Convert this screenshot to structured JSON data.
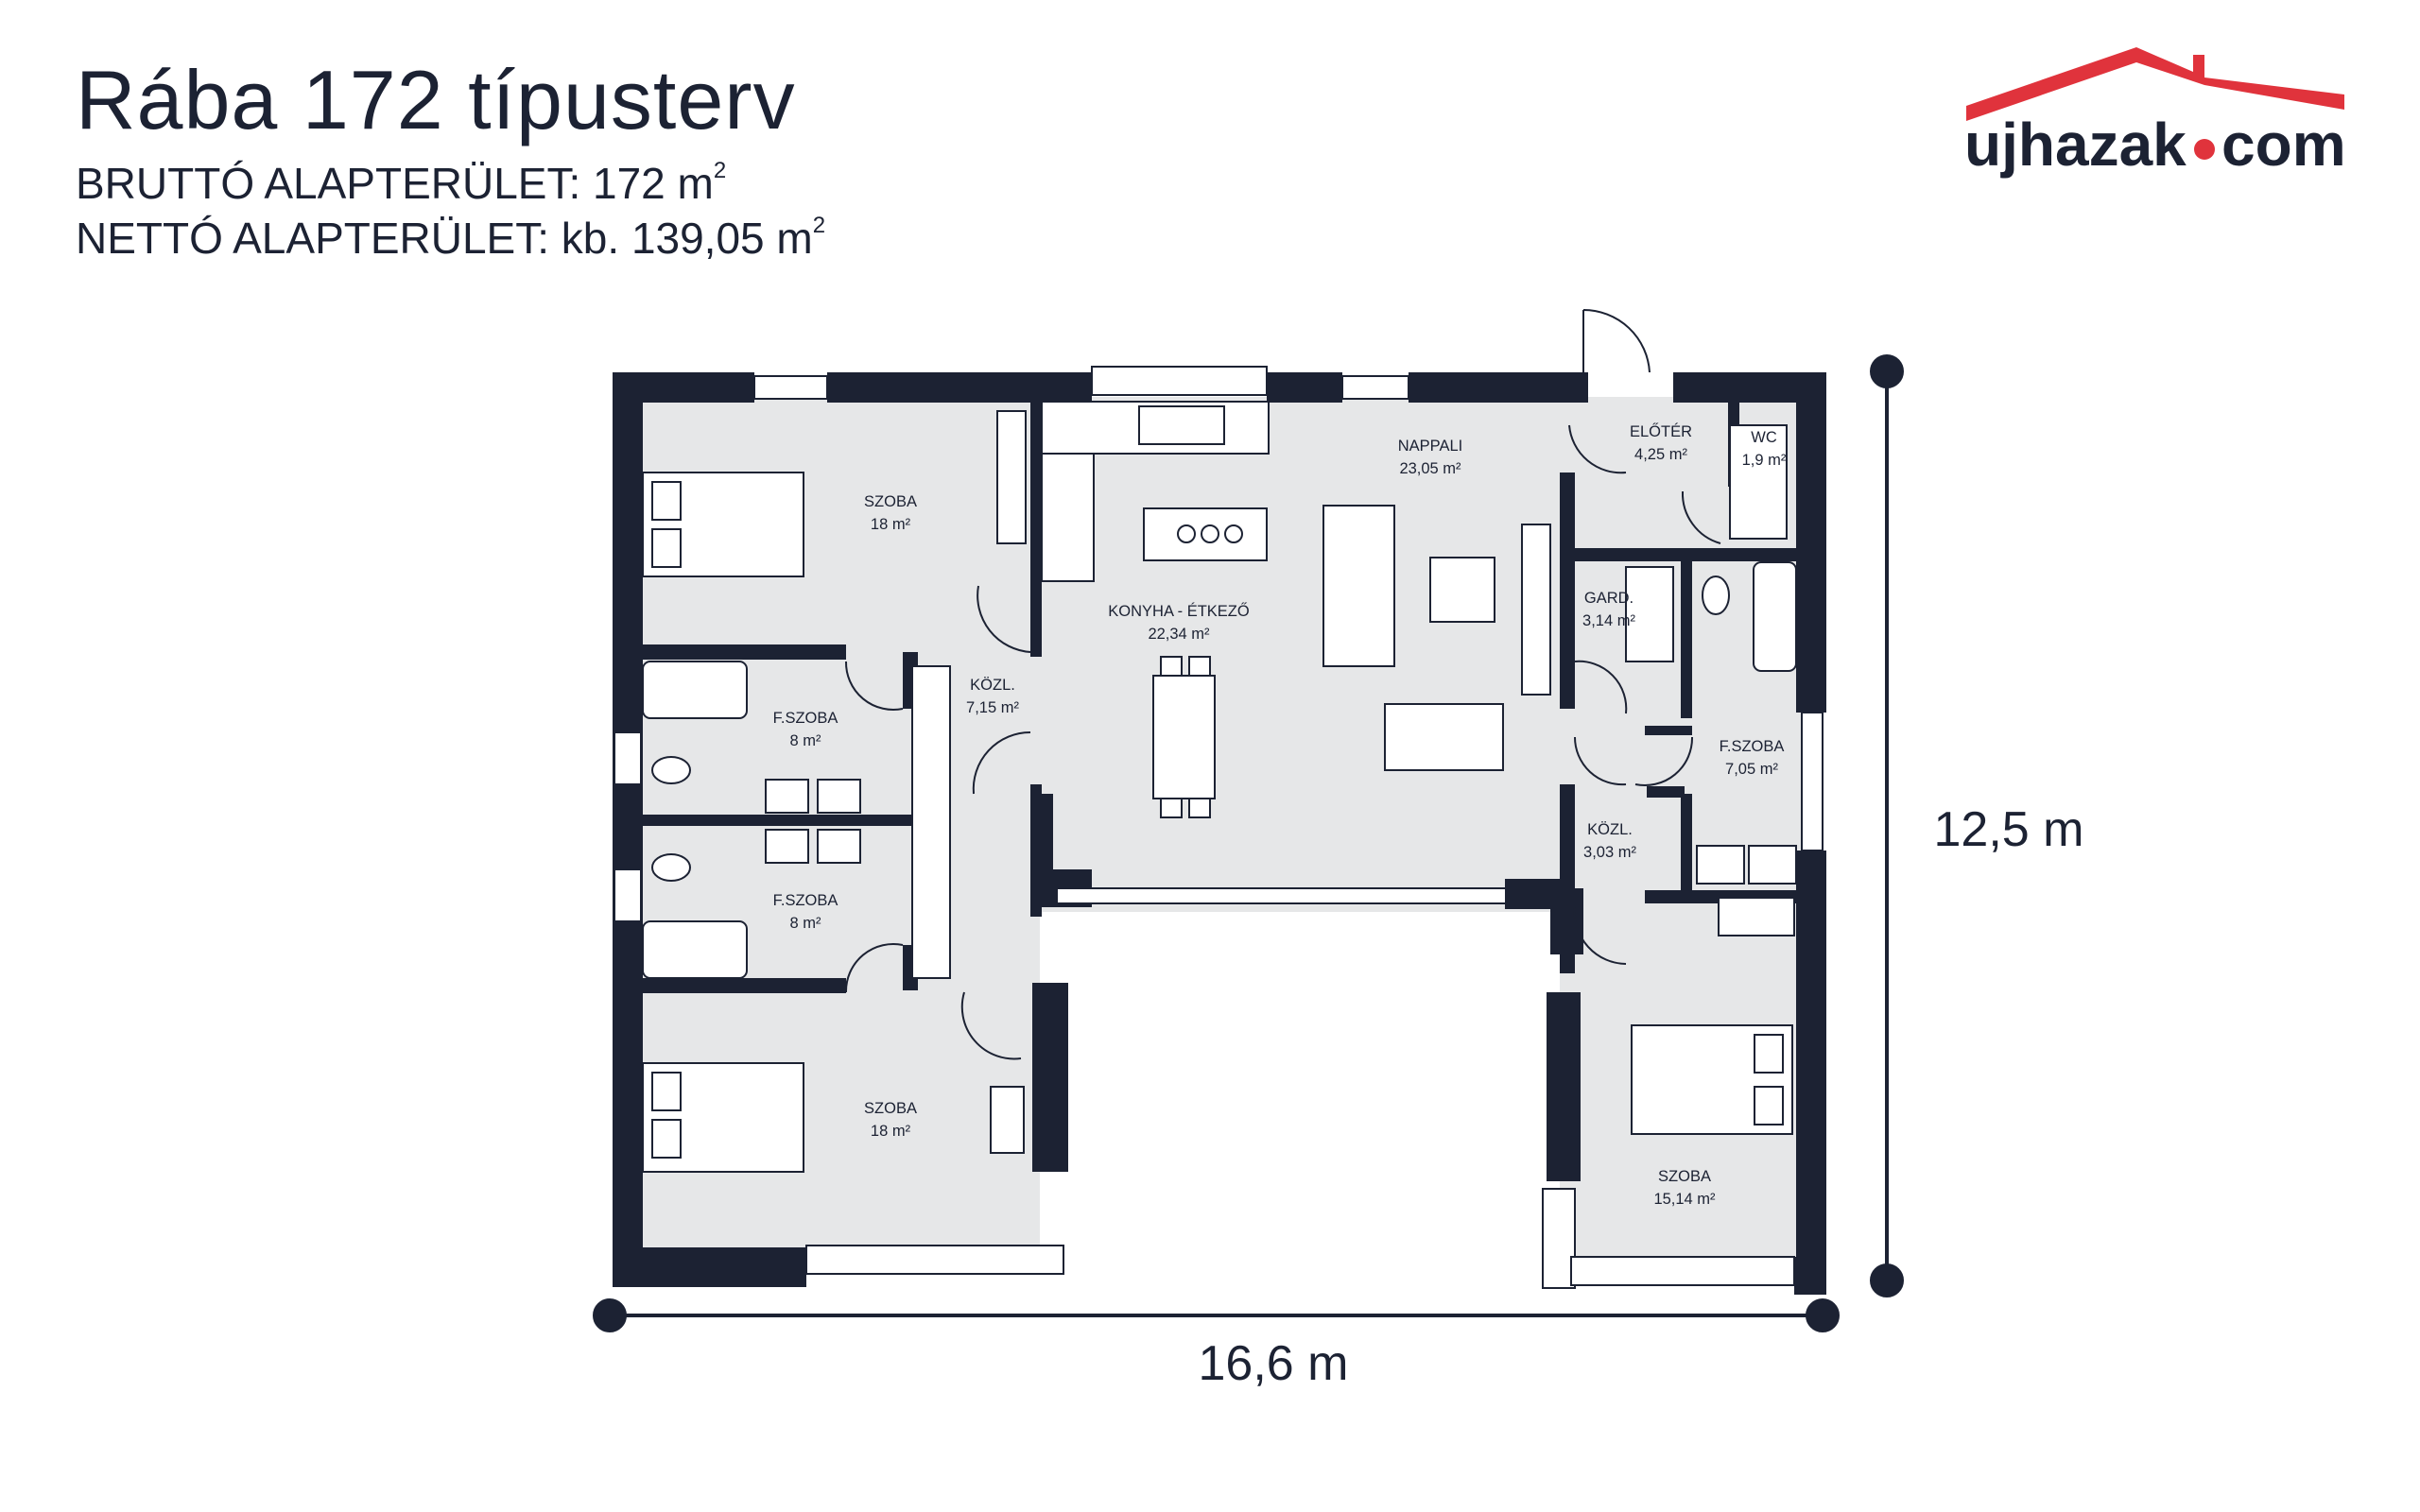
{
  "header": {
    "title": "Rába 172 típusterv",
    "gross_label": "BRUTTÓ ALAPTERÜLET: 172 m",
    "net_label": "NETTÓ ALAPTERÜLET: kb. 139,05 m",
    "area_superscript": "2"
  },
  "logo": {
    "wordmark_left": "ujhazak",
    "wordmark_right": "com",
    "colors": {
      "roof": "#e0333c",
      "text": "#1c2233"
    }
  },
  "rooms": [
    {
      "id": "szoba-nw",
      "name": "SZOBA",
      "area": "18 m²"
    },
    {
      "id": "fszoba-1",
      "name": "F.SZOBA",
      "area": "8 m²"
    },
    {
      "id": "fszoba-2",
      "name": "F.SZOBA",
      "area": "8 m²"
    },
    {
      "id": "szoba-sw",
      "name": "SZOBA",
      "area": "18 m²"
    },
    {
      "id": "kozl-left",
      "name": "KÖZL.",
      "area": "7,15 m²"
    },
    {
      "id": "konyha",
      "name": "KONYHA - ÉTKEZŐ",
      "area": "22,34 m²"
    },
    {
      "id": "nappali",
      "name": "NAPPALI",
      "area": "23,05 m²"
    },
    {
      "id": "eloter",
      "name": "ELŐTÉR",
      "area": "4,25 m²"
    },
    {
      "id": "wc",
      "name": "WC",
      "area": "1,9 m²"
    },
    {
      "id": "gard",
      "name": "GARD.",
      "area": "3,14 m²"
    },
    {
      "id": "fszoba-3",
      "name": "F.SZOBA",
      "area": "7,05 m²"
    },
    {
      "id": "kozl-right",
      "name": "KÖZL.",
      "area": "3,03 m²"
    },
    {
      "id": "szoba-se",
      "name": "SZOBA",
      "area": "15,14 m²"
    }
  ],
  "dimensions": {
    "width": "16,6 m",
    "depth": "12,5 m"
  },
  "colors": {
    "wall": "#1c2233",
    "floor": "#e6e7e8",
    "accent": "#e0333c"
  }
}
